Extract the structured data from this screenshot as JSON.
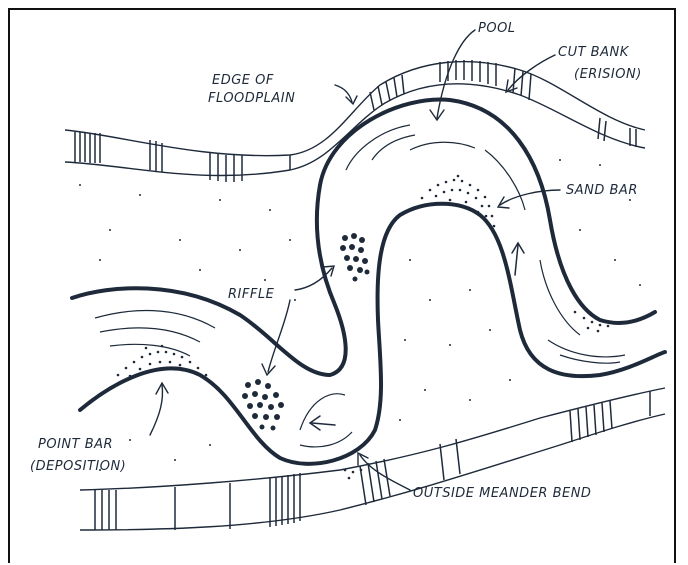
{
  "labels": {
    "pool": "POOL",
    "cut_bank_line1": "CUT BANK",
    "cut_bank_line2": "(ERISION)",
    "edge_line1": "EDGE OF",
    "edge_line2": "FLOODPLAIN",
    "sand_bar": "SAND BAR",
    "riffle": "RIFFLE",
    "point_bar_line1": "POINT BAR",
    "point_bar_line2": "(DEPOSITION)",
    "outside_bend": "OUTSIDE MEANDER BEND"
  },
  "colors": {
    "ink": "#1e2a3a",
    "frame": "#111111",
    "background": "#ffffff"
  }
}
